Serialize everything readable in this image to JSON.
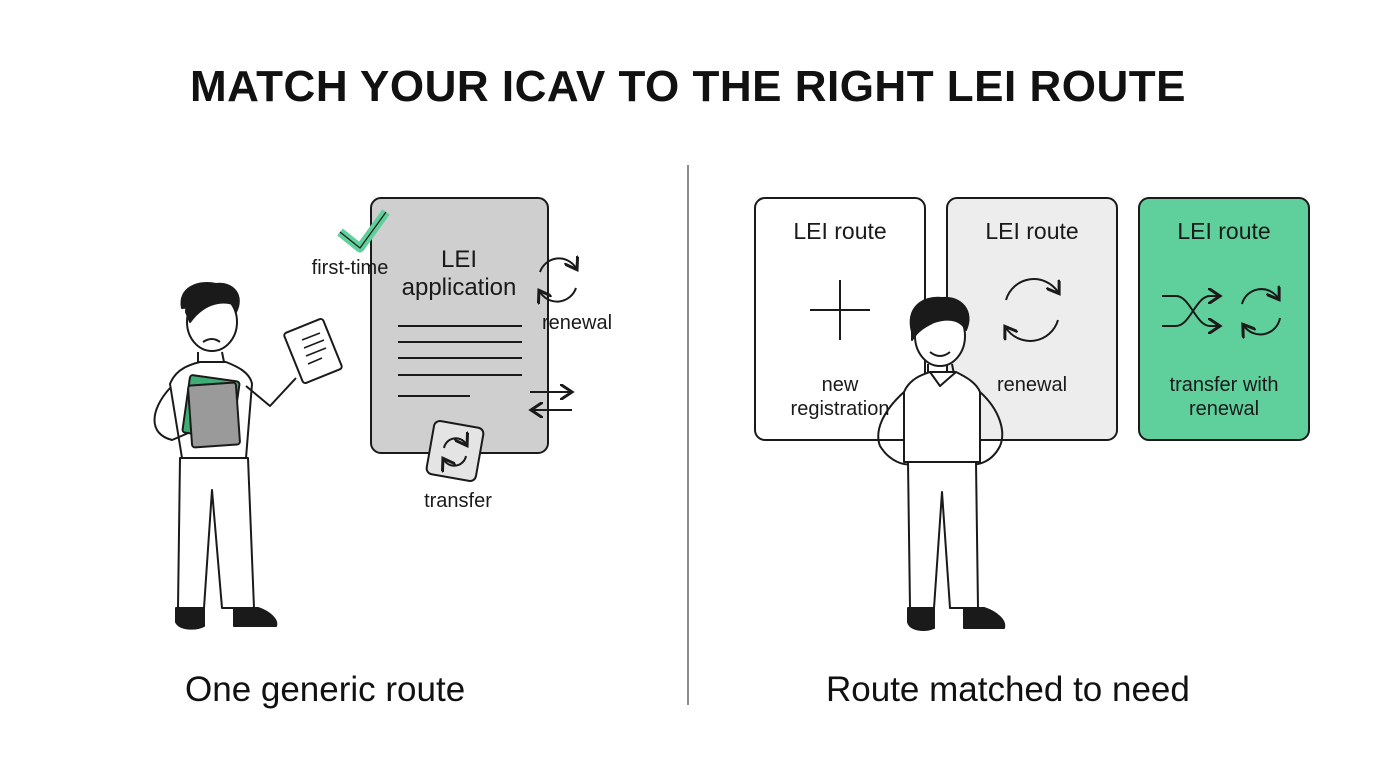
{
  "title": "MATCH YOUR ICAV TO THE RIGHT LEI ROUTE",
  "left": {
    "doc_title_line1": "LEI",
    "doc_title_line2": "application",
    "label_first_time": "first-time",
    "label_renewal": "renewal",
    "label_transfer": "transfer",
    "caption": "One generic route"
  },
  "right": {
    "cards": [
      {
        "title": "LEI route",
        "line1": "new",
        "line2": "registration",
        "icon": "plus-icon",
        "bg": "#ffffff"
      },
      {
        "title": "LEI route",
        "line1": "renewal",
        "line2": "",
        "icon": "refresh-icon",
        "bg": "#ededed"
      },
      {
        "title": "LEI route",
        "line1": "transfer with",
        "line2": "renewal",
        "icon": "shuffle-refresh-icon",
        "bg": "#5fcf9c"
      }
    ],
    "caption": "Route matched to need"
  },
  "colors": {
    "accent_green": "#5fcf9c",
    "doc_gray": "#cfcfcf",
    "card_gray": "#ededed"
  }
}
